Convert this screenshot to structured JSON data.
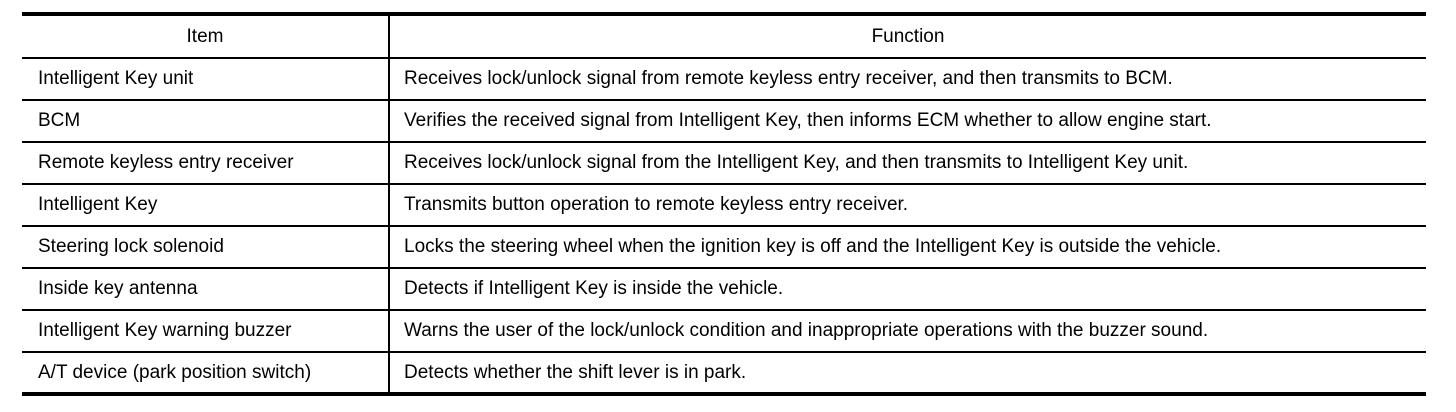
{
  "document": {
    "kind": "specification-table",
    "background_color": "#ffffff",
    "text_color": "#000000"
  },
  "table": {
    "headers": {
      "item": "Item",
      "function": "Function"
    },
    "rows": [
      {
        "item": "Intelligent Key unit",
        "function": "Receives lock/unlock signal from remote keyless entry receiver, and then transmits to BCM."
      },
      {
        "item": "BCM",
        "function": "Verifies the received signal from Intelligent Key, then informs ECM whether to allow engine start."
      },
      {
        "item": "Remote keyless entry receiver",
        "function": "Receives lock/unlock signal from the Intelligent Key, and then transmits to Intelligent Key unit."
      },
      {
        "item": "Intelligent Key",
        "function": "Transmits button operation to remote keyless entry receiver."
      },
      {
        "item": "Steering lock solenoid",
        "function": "Locks the steering wheel when the ignition key is off and the Intelligent Key is outside the vehicle."
      },
      {
        "item": "Inside key antenna",
        "function": "Detects if Intelligent Key is inside the vehicle."
      },
      {
        "item": "Intelligent Key warning buzzer",
        "function": "Warns the user of the lock/unlock condition and inappropriate operations with the buzzer sound."
      },
      {
        "item": "A/T device (park position switch)",
        "function": "Detects whether the shift lever is in park."
      }
    ]
  }
}
